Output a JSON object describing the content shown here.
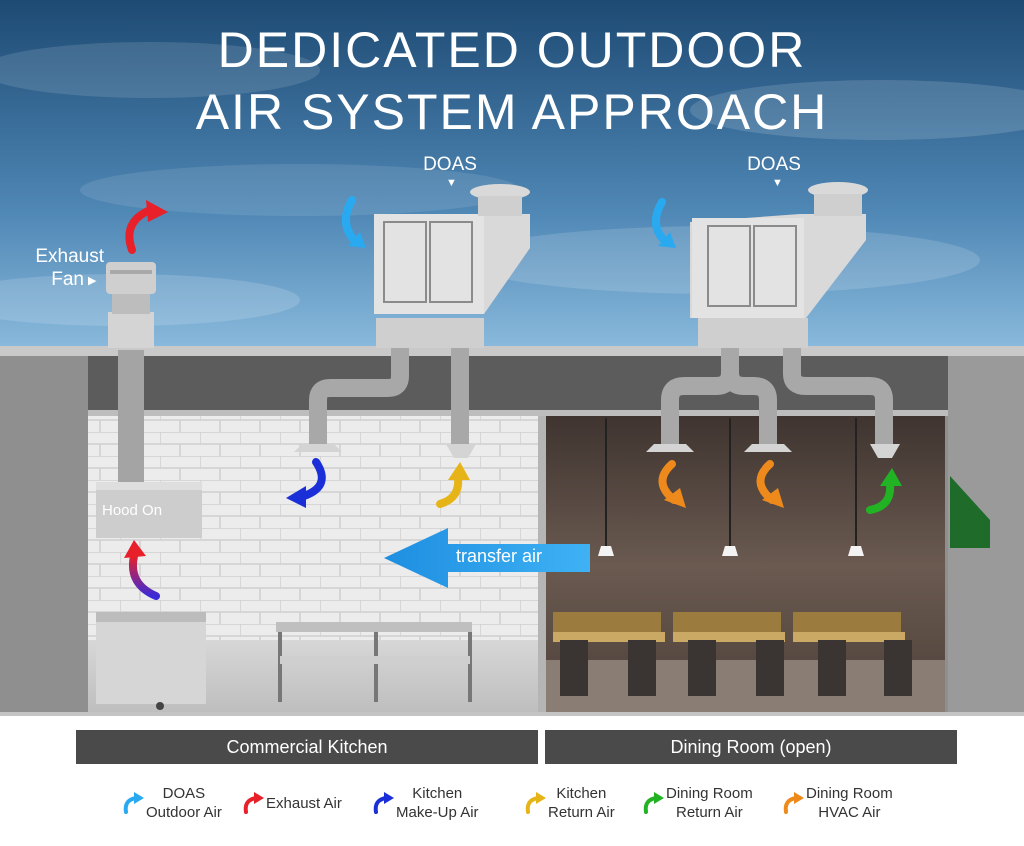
{
  "title": {
    "line1": "DEDICATED OUTDOOR",
    "line2": "AIR SYSTEM APPROACH"
  },
  "labels": {
    "doas_left": "DOAS",
    "doas_right": "DOAS",
    "exhaust_fan_line1": "Exhaust",
    "exhaust_fan_line2": "Fan",
    "hood": "Hood On",
    "transfer_air": "transfer air"
  },
  "rooms": {
    "kitchen": "Commercial Kitchen",
    "dining": "Dining Room (open)"
  },
  "legend": [
    {
      "line1": "DOAS",
      "line2": "Outdoor Air",
      "color": "#29aaf0"
    },
    {
      "line1": "Exhaust Air",
      "line2": "",
      "color": "#e8202a"
    },
    {
      "line1": "Kitchen",
      "line2": "Make-Up Air",
      "color": "#1b2fd8"
    },
    {
      "line1": "Kitchen",
      "line2": "Return Air",
      "color": "#e7b418"
    },
    {
      "line1": "Dining Room",
      "line2": "Return Air",
      "color": "#22b324"
    },
    {
      "line1": "Dining Room",
      "line2": "HVAC Air",
      "color": "#ee8a1c"
    }
  ],
  "colors": {
    "sky_top": "#1d4a73",
    "sky_bottom": "#6fa6cf",
    "wall": "#8a8a8a",
    "kitchen_wall": "#e6e6e6",
    "dining_wall": "#5b4a40",
    "transfer_arrow": "#2aa4f0"
  }
}
